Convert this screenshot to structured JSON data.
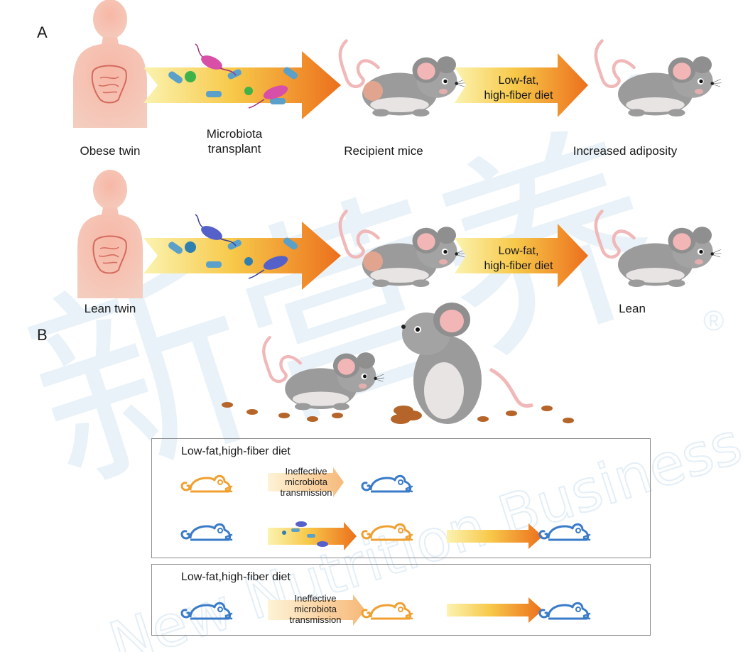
{
  "panels": {
    "a_label": "A",
    "b_label": "B"
  },
  "row1": {
    "donor": "Obese twin",
    "transplant": "Microbiota\ntransplant",
    "recipient": "Recipient mice",
    "diet": "Low-fat,\nhigh-fiber diet",
    "outcome": "Increased adiposity"
  },
  "row2": {
    "donor": "Lean twin",
    "diet": "Low-fat,\nhigh-fiber diet",
    "outcome": "Lean"
  },
  "box1": {
    "title": "Low-fat,high-fiber diet",
    "ineffective": "Ineffective\nmicrobiota\ntransmission"
  },
  "box2": {
    "title": "Low-fat,high-fiber diet",
    "ineffective": "Ineffective\nmicrobiota\ntransmission"
  },
  "watermark": {
    "chinese": "新营养",
    "english": "New Nutrition Business",
    "reg": "®"
  },
  "colors": {
    "orange_mouse": "#f0a030",
    "blue_mouse": "#3a7bc8",
    "arrow_start": "#f8e88a",
    "arrow_end": "#ee7a1e",
    "human": "#f4a99a",
    "mouse_body": "#9a9a9a",
    "box_border": "#8c8c8c"
  }
}
